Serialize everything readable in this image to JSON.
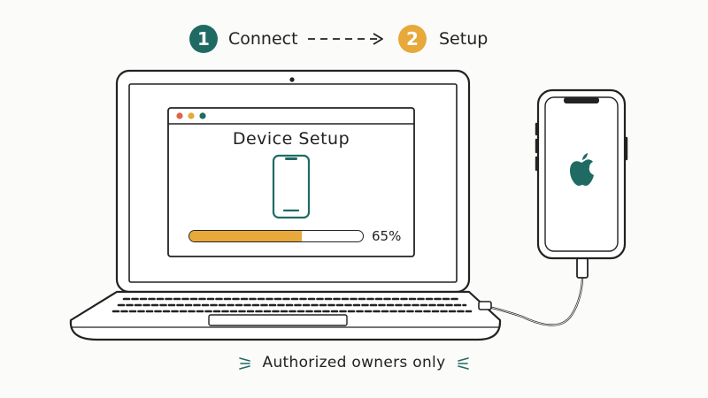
{
  "steps": [
    {
      "number": "1",
      "label": "Connect",
      "color": "#1f6b63"
    },
    {
      "number": "2",
      "label": "Setup",
      "color": "#e6a93a"
    }
  ],
  "window": {
    "title": "Device Setup",
    "dot_colors": [
      "#e0634a",
      "#e6a93a",
      "#1f6b63"
    ],
    "progress_fraction": 0.65,
    "progress_text": "65%"
  },
  "footer": {
    "text": "Authorized owners only"
  },
  "icons": {
    "phone_screen": "apple-logo-icon",
    "window_phone": "smartphone-icon"
  },
  "colors": {
    "accent_teal": "#1f6b63",
    "accent_orange": "#e6a93a",
    "stroke": "#222222"
  }
}
